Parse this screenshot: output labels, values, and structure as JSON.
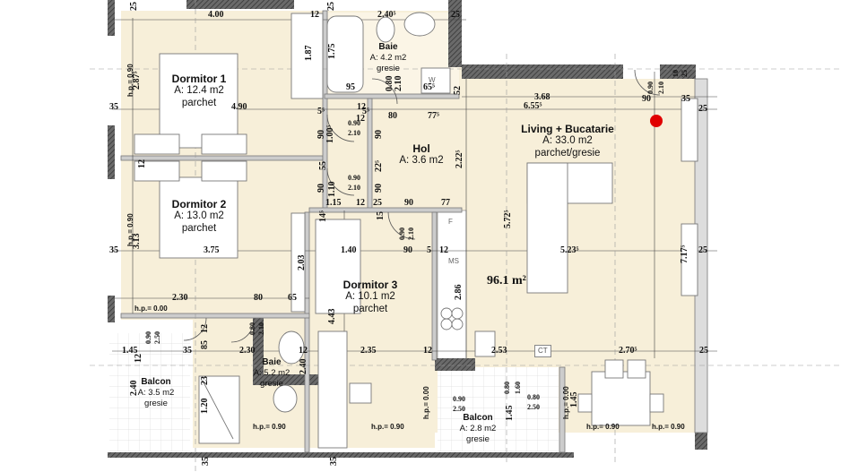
{
  "colors": {
    "floor": "#f7efd9",
    "wall": "#5a5a5a",
    "wet_floor": "#ffffff",
    "marker": "#e00000"
  },
  "total_area": "96.1 m²",
  "rooms": [
    {
      "name": "Dormitor 1",
      "area": "A: 12.4 m2",
      "floor": "parchet"
    },
    {
      "name": "Dormitor 2",
      "area": "A: 13.0 m2",
      "floor": "parchet"
    },
    {
      "name": "Baie",
      "area": "A: 4.2 m2",
      "floor": "gresie"
    },
    {
      "name": "Hol",
      "area": "A: 3.6 m2",
      "floor": ""
    },
    {
      "name": "Living + Bucatarie",
      "area": "A: 33.0 m2",
      "floor": "parchet/gresie"
    },
    {
      "name": "Dormitor 3",
      "area": "A: 10.1 m2",
      "floor": "parchet"
    },
    {
      "name": "Baie",
      "area": "A: 5.2 m2",
      "floor": "gresie"
    },
    {
      "name": "Balcon",
      "area": "A: 3.5 m2",
      "floor": "gresie"
    },
    {
      "name": "Balcon",
      "area": "A: 2.8 m2",
      "floor": "gresie"
    }
  ],
  "dims_h": [
    "4.00",
    "12",
    "2.40⁵",
    "25",
    "4.90",
    "35",
    "12",
    "80",
    "77⁵",
    "3.68",
    "6.55⁵",
    "90",
    "35",
    "25",
    "1.15",
    "12",
    "25",
    "90",
    "77",
    "3.75",
    "35",
    "1.40",
    "90",
    "5",
    "12",
    "5.23⁵",
    "25",
    "2.30",
    "80",
    "65",
    "1.45",
    "35",
    "2.30",
    "12",
    "2.35",
    "12",
    "2.53",
    "2.70⁵",
    "25",
    "95",
    "65⁵",
    "12",
    "5⁵",
    "5⁵"
  ],
  "dims_v": [
    "25",
    "25",
    "1.87",
    "1.75",
    "0.80",
    "2.10",
    "52",
    "2.87⁵",
    "1.00⁵",
    "90",
    "90",
    "0.90",
    "2.10",
    "2.22⁵",
    "12",
    "22⁵",
    "1.10",
    "90",
    "90",
    "0.90",
    "2.10",
    "3.13",
    "14⁵",
    "15",
    "0.90",
    "2.10",
    "5.72⁵",
    "7.17⁵",
    "2.03",
    "2.86",
    "4.43",
    "12",
    "85",
    "0.80",
    "2.10",
    "0.90",
    "2.50",
    "2.40",
    "2.40",
    "23",
    "1.20",
    "35",
    "35",
    "0.90",
    "2.50",
    "0.80",
    "1.60",
    "1.45",
    "0.80",
    "2.50",
    "1.45",
    "0.90",
    "2.10",
    "10",
    "25",
    "12",
    "55"
  ],
  "heights": [
    "h.p.= 0.90",
    "h.p.= 0.90",
    "h.p.= 0.00",
    "h.p.= 0.90",
    "h.p.= 0.90",
    "h.p.= 0.00",
    "h.p.= 0.00",
    "h.p.= 0.90",
    "h.p.= 0.90"
  ],
  "fixtures": {
    "ct": "CT",
    "fridge": "F",
    "dishwasher": "MS",
    "washer": "W"
  }
}
